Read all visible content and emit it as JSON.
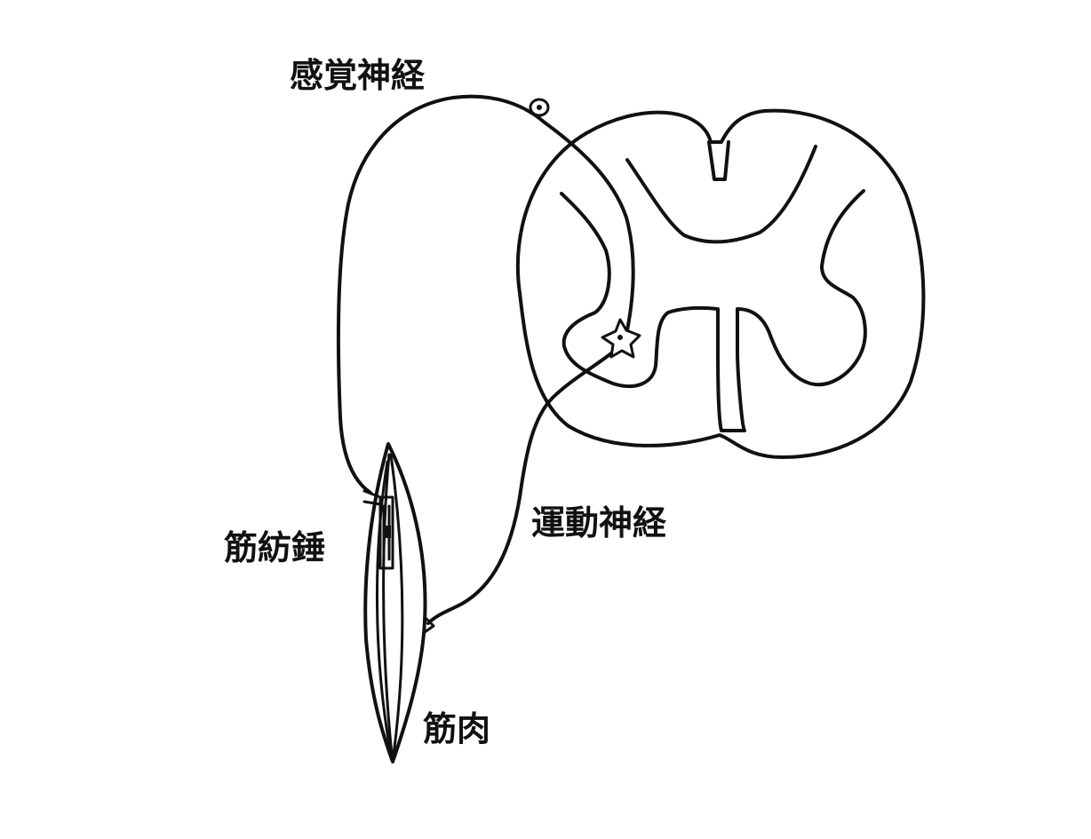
{
  "labels": {
    "sensory_nerve": "感覚神経",
    "motor_nerve": "運動神経",
    "muscle_spindle": "筋紡錘",
    "muscle": "筋肉"
  },
  "colors": {
    "line": "#111111",
    "background": "#ffffff"
  }
}
